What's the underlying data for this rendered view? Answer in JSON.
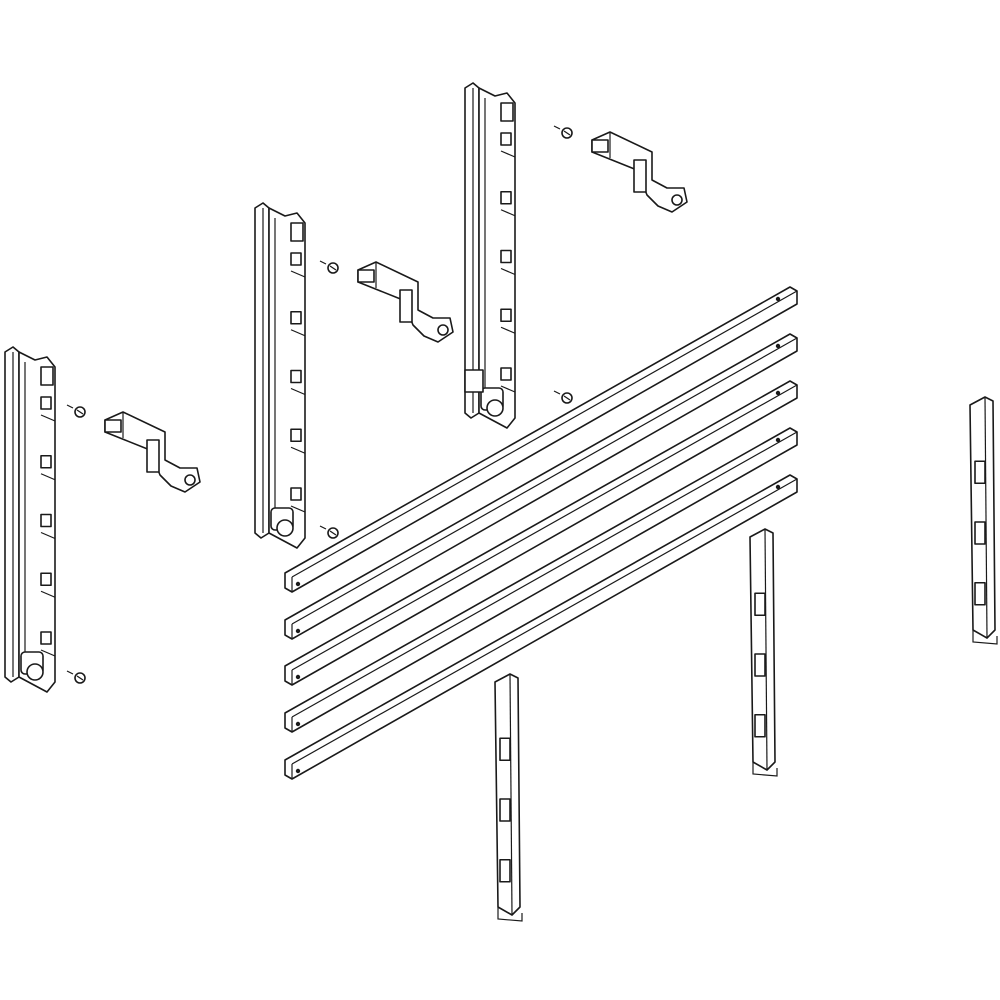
{
  "drawing": {
    "background": "#ffffff",
    "line_color": "#1a1a1a",
    "busbar_count": 5,
    "holder_count": 3,
    "support_count": 3
  }
}
